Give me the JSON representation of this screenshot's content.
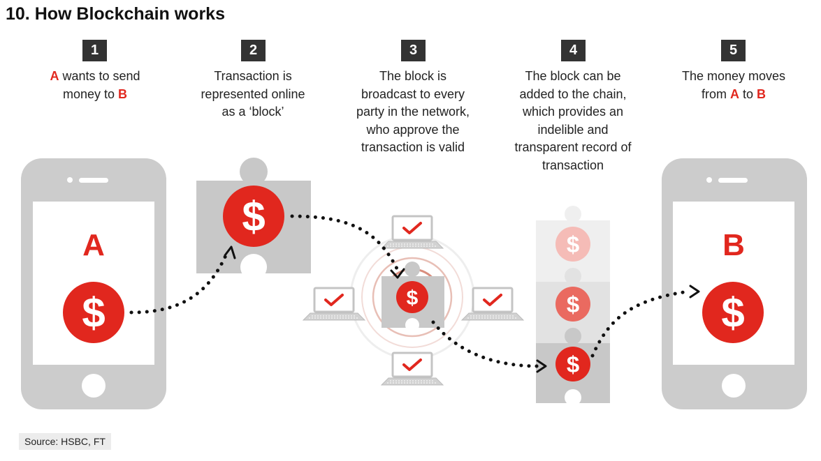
{
  "title": "10. How Blockchain works",
  "colors": {
    "accent_red": "#e1271e",
    "phone_gray": "#cccccc",
    "step_box": "#333333"
  },
  "steps": [
    {
      "number": "1",
      "parts": [
        {
          "text": "A",
          "red": true
        },
        {
          "text": " wants to send"
        },
        {
          "br": true
        },
        {
          "text": "money to "
        },
        {
          "text": "B",
          "red": true
        }
      ]
    },
    {
      "number": "2",
      "parts": [
        {
          "text": "Transaction is"
        },
        {
          "br": true
        },
        {
          "text": "represented online"
        },
        {
          "br": true
        },
        {
          "text": "as a ‘block’"
        }
      ]
    },
    {
      "number": "3",
      "parts": [
        {
          "text": "The block is"
        },
        {
          "br": true
        },
        {
          "text": "broadcast to every"
        },
        {
          "br": true
        },
        {
          "text": "party in the network,"
        },
        {
          "br": true
        },
        {
          "text": "who approve the"
        },
        {
          "br": true
        },
        {
          "text": "transaction is valid"
        }
      ]
    },
    {
      "number": "4",
      "parts": [
        {
          "text": "The block can be"
        },
        {
          "br": true
        },
        {
          "text": "added to the chain,"
        },
        {
          "br": true
        },
        {
          "text": "which provides an"
        },
        {
          "br": true
        },
        {
          "text": "indelible and"
        },
        {
          "br": true
        },
        {
          "text": "transparent record of"
        },
        {
          "br": true
        },
        {
          "text": "transaction"
        }
      ]
    },
    {
      "number": "5",
      "parts": [
        {
          "text": "The money moves"
        },
        {
          "br": true
        },
        {
          "text": "from "
        },
        {
          "text": "A",
          "red": true
        },
        {
          "text": " to "
        },
        {
          "text": "B",
          "red": true
        }
      ]
    }
  ],
  "phones": {
    "sender_label": "A",
    "receiver_label": "B"
  },
  "currency_symbol": "$",
  "source": "Source: HSBC, FT"
}
